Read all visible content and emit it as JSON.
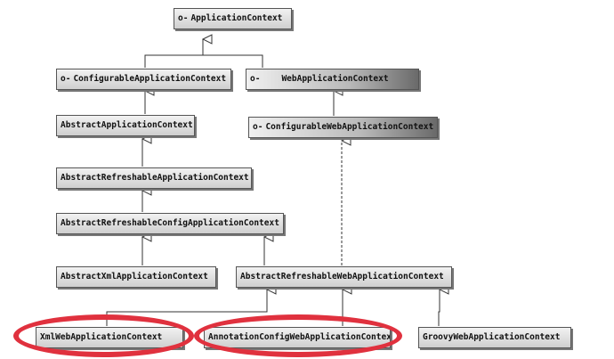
{
  "diagram": {
    "interface_marker": "o-",
    "nodes": {
      "application_context": "ApplicationContext",
      "configurable_application_context": "ConfigurableApplicationContext",
      "web_application_context": "WebApplicationContext",
      "abstract_application_context": "AbstractApplicationContext",
      "configurable_web_application_context": "ConfigurableWebApplicationContext",
      "abstract_refreshable_application_context": "AbstractRefreshableApplicationContext",
      "abstract_refreshable_config_application_context": "AbstractRefreshableConfigApplicationContext",
      "abstract_xml_application_context": "AbstractXmlApplicationContext",
      "abstract_refreshable_web_application_context": "AbstractRefreshableWebApplicationContext",
      "xml_web_application_context": "XmlWebApplicationContext",
      "annotation_config_web_application_context": "AnnotationConfigWebApplicationContext",
      "groovy_web_application_context": "GroovyWebApplicationContext"
    },
    "highlight_color": "#e0313e"
  }
}
